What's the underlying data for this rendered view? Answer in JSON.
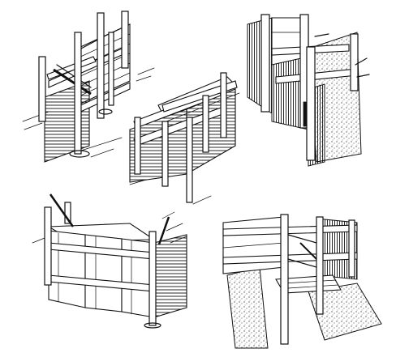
{
  "figure": {
    "panels": [
      {
        "id": "sheeting-a",
        "position": "top-left"
      },
      {
        "id": "sheeting-b",
        "position": "top-middle"
      },
      {
        "id": "sheeting-c",
        "position": "top-right"
      },
      {
        "id": "sheeting-d",
        "position": "bottom-left"
      },
      {
        "id": "sheeting-e",
        "position": "bottom-right"
      }
    ],
    "colors": {
      "ink": "#111111",
      "paper": "#ffffff"
    }
  }
}
